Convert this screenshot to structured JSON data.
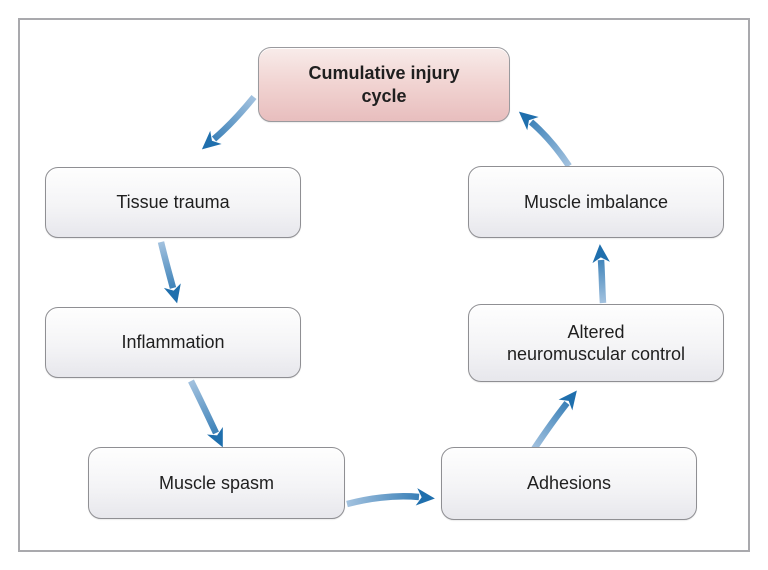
{
  "diagram": {
    "nodes": [
      {
        "id": "cumulative-injury-cycle",
        "label": "Cumulative injury\ncycle",
        "emphasis": "highlighted"
      },
      {
        "id": "tissue-trauma",
        "label": "Tissue trauma"
      },
      {
        "id": "inflammation",
        "label": "Inflammation"
      },
      {
        "id": "muscle-spasm",
        "label": "Muscle spasm"
      },
      {
        "id": "adhesions",
        "label": "Adhesions"
      },
      {
        "id": "altered-neuromuscular-control",
        "label": "Altered\nneuromuscular control"
      },
      {
        "id": "muscle-imbalance",
        "label": "Muscle imbalance"
      }
    ],
    "edges": [
      {
        "from": "cumulative-injury-cycle",
        "to": "tissue-trauma"
      },
      {
        "from": "tissue-trauma",
        "to": "inflammation"
      },
      {
        "from": "inflammation",
        "to": "muscle-spasm"
      },
      {
        "from": "muscle-spasm",
        "to": "adhesions"
      },
      {
        "from": "adhesions",
        "to": "altered-neuromuscular-control"
      },
      {
        "from": "altered-neuromuscular-control",
        "to": "muscle-imbalance"
      },
      {
        "from": "muscle-imbalance",
        "to": "cumulative-injury-cycle"
      }
    ],
    "colors": {
      "arrow_head": "#1f6fad",
      "arrow_tail": "#a3c2df",
      "highlight_box_top": "#f8ecea",
      "highlight_box_bottom": "#e8bebe",
      "box_top": "#fefefe",
      "box_bottom": "#e7e7ec",
      "box_border": "#8f8f93",
      "frame_border": "#a9a9ad",
      "text": "#1f1f1f"
    }
  }
}
